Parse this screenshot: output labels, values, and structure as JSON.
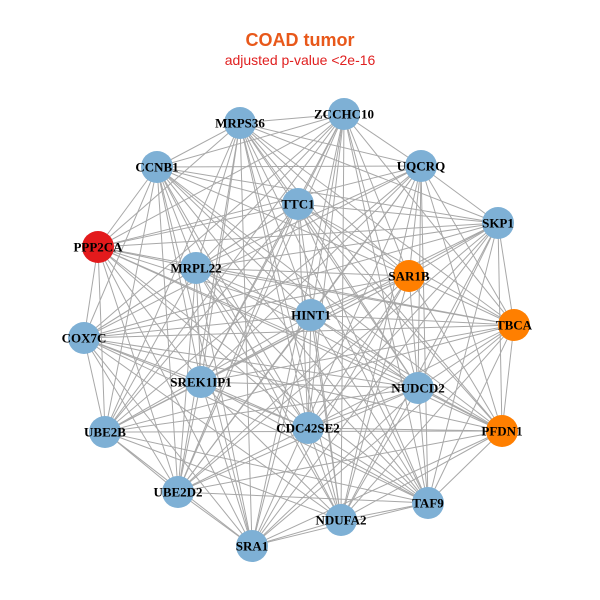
{
  "title": "COAD tumor",
  "subtitle": "adjusted p-value <2e-16",
  "colors": {
    "title": "#e8581a",
    "subtitle": "#e02020",
    "default": "#7eb0d5",
    "orange": "#ff7f00",
    "red": "#e31a1c",
    "edge": "#a8a8a8"
  },
  "chart_data": {
    "type": "network",
    "nodes": [
      {
        "id": "MRPS36",
        "color": "default"
      },
      {
        "id": "ZCCHC10",
        "color": "default"
      },
      {
        "id": "CCNB1",
        "color": "default"
      },
      {
        "id": "UQCRQ",
        "color": "default"
      },
      {
        "id": "TTC1",
        "color": "default"
      },
      {
        "id": "SKP1",
        "color": "default"
      },
      {
        "id": "PPP2CA",
        "color": "red"
      },
      {
        "id": "MRPL22",
        "color": "default"
      },
      {
        "id": "SAR1B",
        "color": "orange"
      },
      {
        "id": "HINT1",
        "color": "default"
      },
      {
        "id": "TBCA",
        "color": "orange"
      },
      {
        "id": "COX7C",
        "color": "default"
      },
      {
        "id": "SREK1IP1",
        "color": "default"
      },
      {
        "id": "NUDCD2",
        "color": "default"
      },
      {
        "id": "UBE2B",
        "color": "default"
      },
      {
        "id": "CDC42SE2",
        "color": "default"
      },
      {
        "id": "PFDN1",
        "color": "orange"
      },
      {
        "id": "UBE2D2",
        "color": "default"
      },
      {
        "id": "TAF9",
        "color": "default"
      },
      {
        "id": "NDUFA2",
        "color": "default"
      },
      {
        "id": "SRA1",
        "color": "default"
      }
    ],
    "edges": "dense (near-complete graph among all nodes)"
  }
}
